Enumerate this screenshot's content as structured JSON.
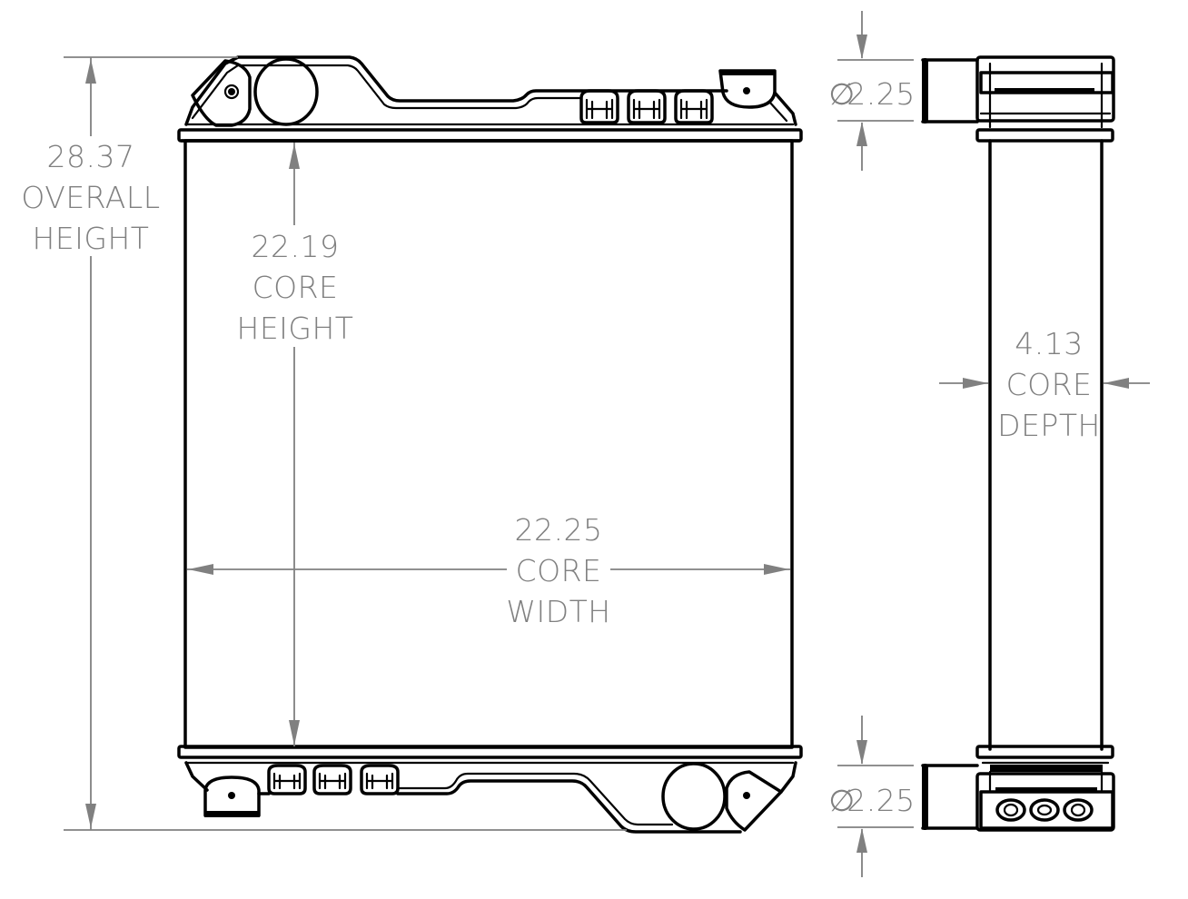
{
  "drawing": {
    "title": "Radiator dimension drawing",
    "line_color": "#000000",
    "dimension_color": "#808080",
    "views": [
      "front-view",
      "side-view"
    ]
  },
  "dimensions": {
    "overall_height": {
      "value": "28.37",
      "line1": "OVERALL",
      "line2": "HEIGHT"
    },
    "core_height": {
      "value": "22.19",
      "line1": "CORE",
      "line2": "HEIGHT"
    },
    "core_width": {
      "value": "22.25",
      "line1": "CORE",
      "line2": "WIDTH"
    },
    "core_depth": {
      "value": "4.13",
      "line1": "CORE",
      "line2": "DEPTH"
    },
    "inlet_diameter": {
      "symbol": "∅",
      "value": "2.25"
    },
    "outlet_diameter": {
      "symbol": "∅",
      "value": "2.25"
    }
  }
}
